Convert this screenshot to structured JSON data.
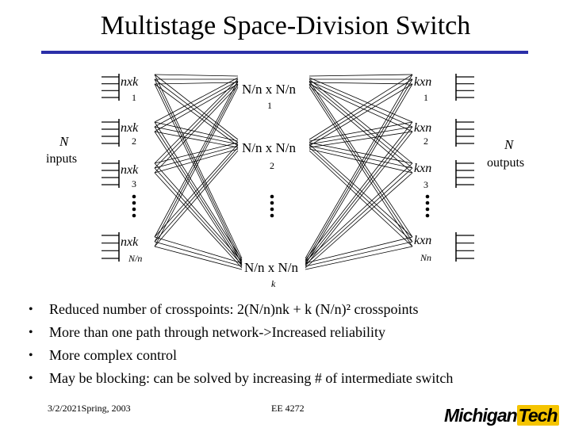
{
  "slide": {
    "title": "Multistage Space-Division Switch",
    "left_label": {
      "symbol": "N",
      "text": "inputs"
    },
    "right_label": {
      "symbol": "N",
      "text": "outputs"
    },
    "stage1": [
      {
        "name": "nxk",
        "index": "1"
      },
      {
        "name": "nxk",
        "index": "2"
      },
      {
        "name": "nxk",
        "index": "3"
      },
      {
        "name": "nxk",
        "index": "N/n"
      }
    ],
    "stage2": [
      {
        "name": "N/n x N/n",
        "index": "1"
      },
      {
        "name": "N/n x N/n",
        "index": "2"
      },
      {
        "name": "N/n x N/n",
        "index": "k"
      }
    ],
    "stage3": [
      {
        "name": "kxn",
        "index": "1"
      },
      {
        "name": "kxn",
        "index": "2"
      },
      {
        "name": "kxn",
        "index": "3"
      },
      {
        "name": "kxn",
        "index": "Nn"
      }
    ],
    "bullets": [
      "Reduced number of crosspoints: 2(N/n)nk + k (N/n)² crosspoints",
      "More than one path through network->Increased reliability",
      "More complex control",
      "May be blocking: can be solved by increasing # of intermediate switch"
    ],
    "footer_date": "3/2/2021Spring, 2003",
    "footer_course": "EE 4272",
    "logo_part1": "Michigan",
    "logo_part2": "Tech"
  }
}
